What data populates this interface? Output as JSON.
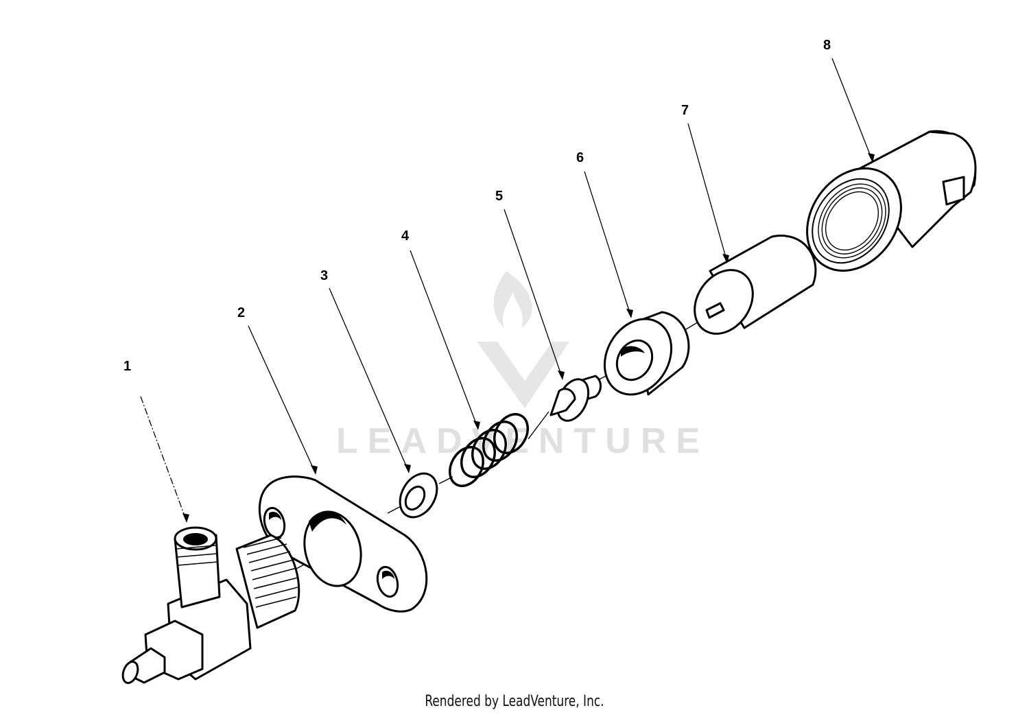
{
  "callouts": [
    {
      "label": "1"
    },
    {
      "label": "2"
    },
    {
      "label": "3"
    },
    {
      "label": "4"
    },
    {
      "label": "5"
    },
    {
      "label": "6"
    },
    {
      "label": "7"
    },
    {
      "label": "8"
    }
  ],
  "watermark": {
    "text": "LEADVENTURE"
  },
  "credit": "Rendered by LeadVenture, Inc.",
  "colors": {
    "line": "#000000",
    "background": "#ffffff",
    "watermark": "#dddddd"
  }
}
